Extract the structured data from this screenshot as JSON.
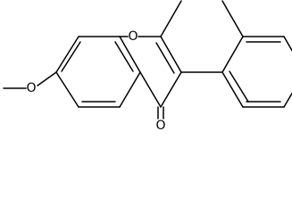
{
  "structure": {
    "atom_labels": {
      "ring_oxygen": "O",
      "methoxy_oxygen": "O",
      "carbonyl_oxygen": "O"
    },
    "colors": {
      "bond": "#000000",
      "label": "#000000",
      "background": "#ffffff"
    }
  }
}
